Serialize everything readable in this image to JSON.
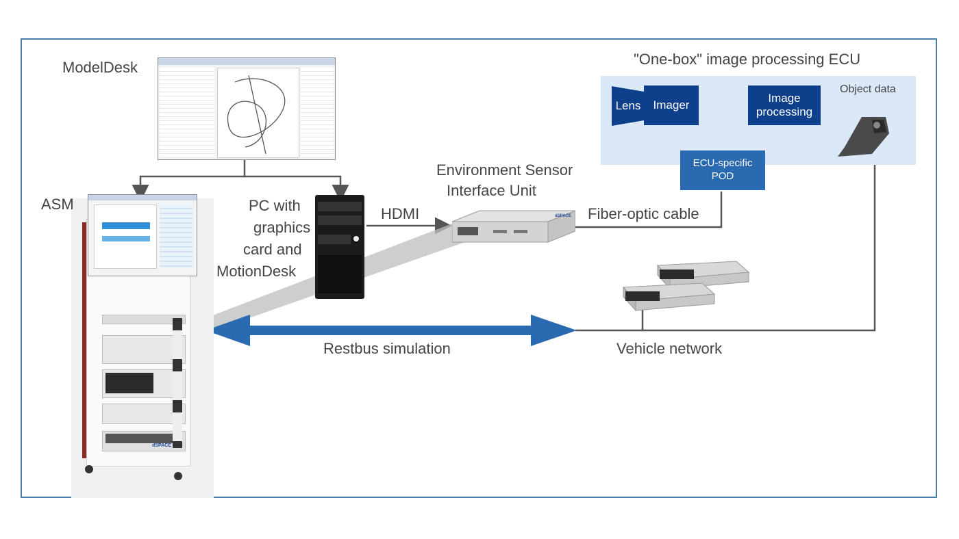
{
  "labels": {
    "modeldesk": "ModelDesk",
    "asm": "ASM",
    "pc": [
      "PC with",
      "graphics",
      "card and",
      "MotionDesk"
    ],
    "hdmi": "HDMI",
    "esiu": [
      "Environment Sensor",
      "Interface Unit"
    ],
    "fiber": "Fiber-optic cable",
    "ecu_title": "\"One-box\" image processing ECU",
    "object_data": "Object data",
    "restbus": "Restbus simulation",
    "vehicle_network": "Vehicle network"
  },
  "ecu": {
    "lens": "Lens",
    "imager": "Imager",
    "image_processing": [
      "Image",
      "processing"
    ],
    "pod": [
      "ECU-specific",
      "POD"
    ]
  },
  "device_marks": {
    "rack_brand": "dSPACE",
    "esiu_brand": "dSPACE"
  },
  "colors": {
    "frame": "#4a7ea8",
    "ecu_bg": "#dbe8f7",
    "block": "#0e3f8a",
    "pod": "#2a6ab0",
    "arrow": "#2a6ab0",
    "line": "#555555"
  }
}
